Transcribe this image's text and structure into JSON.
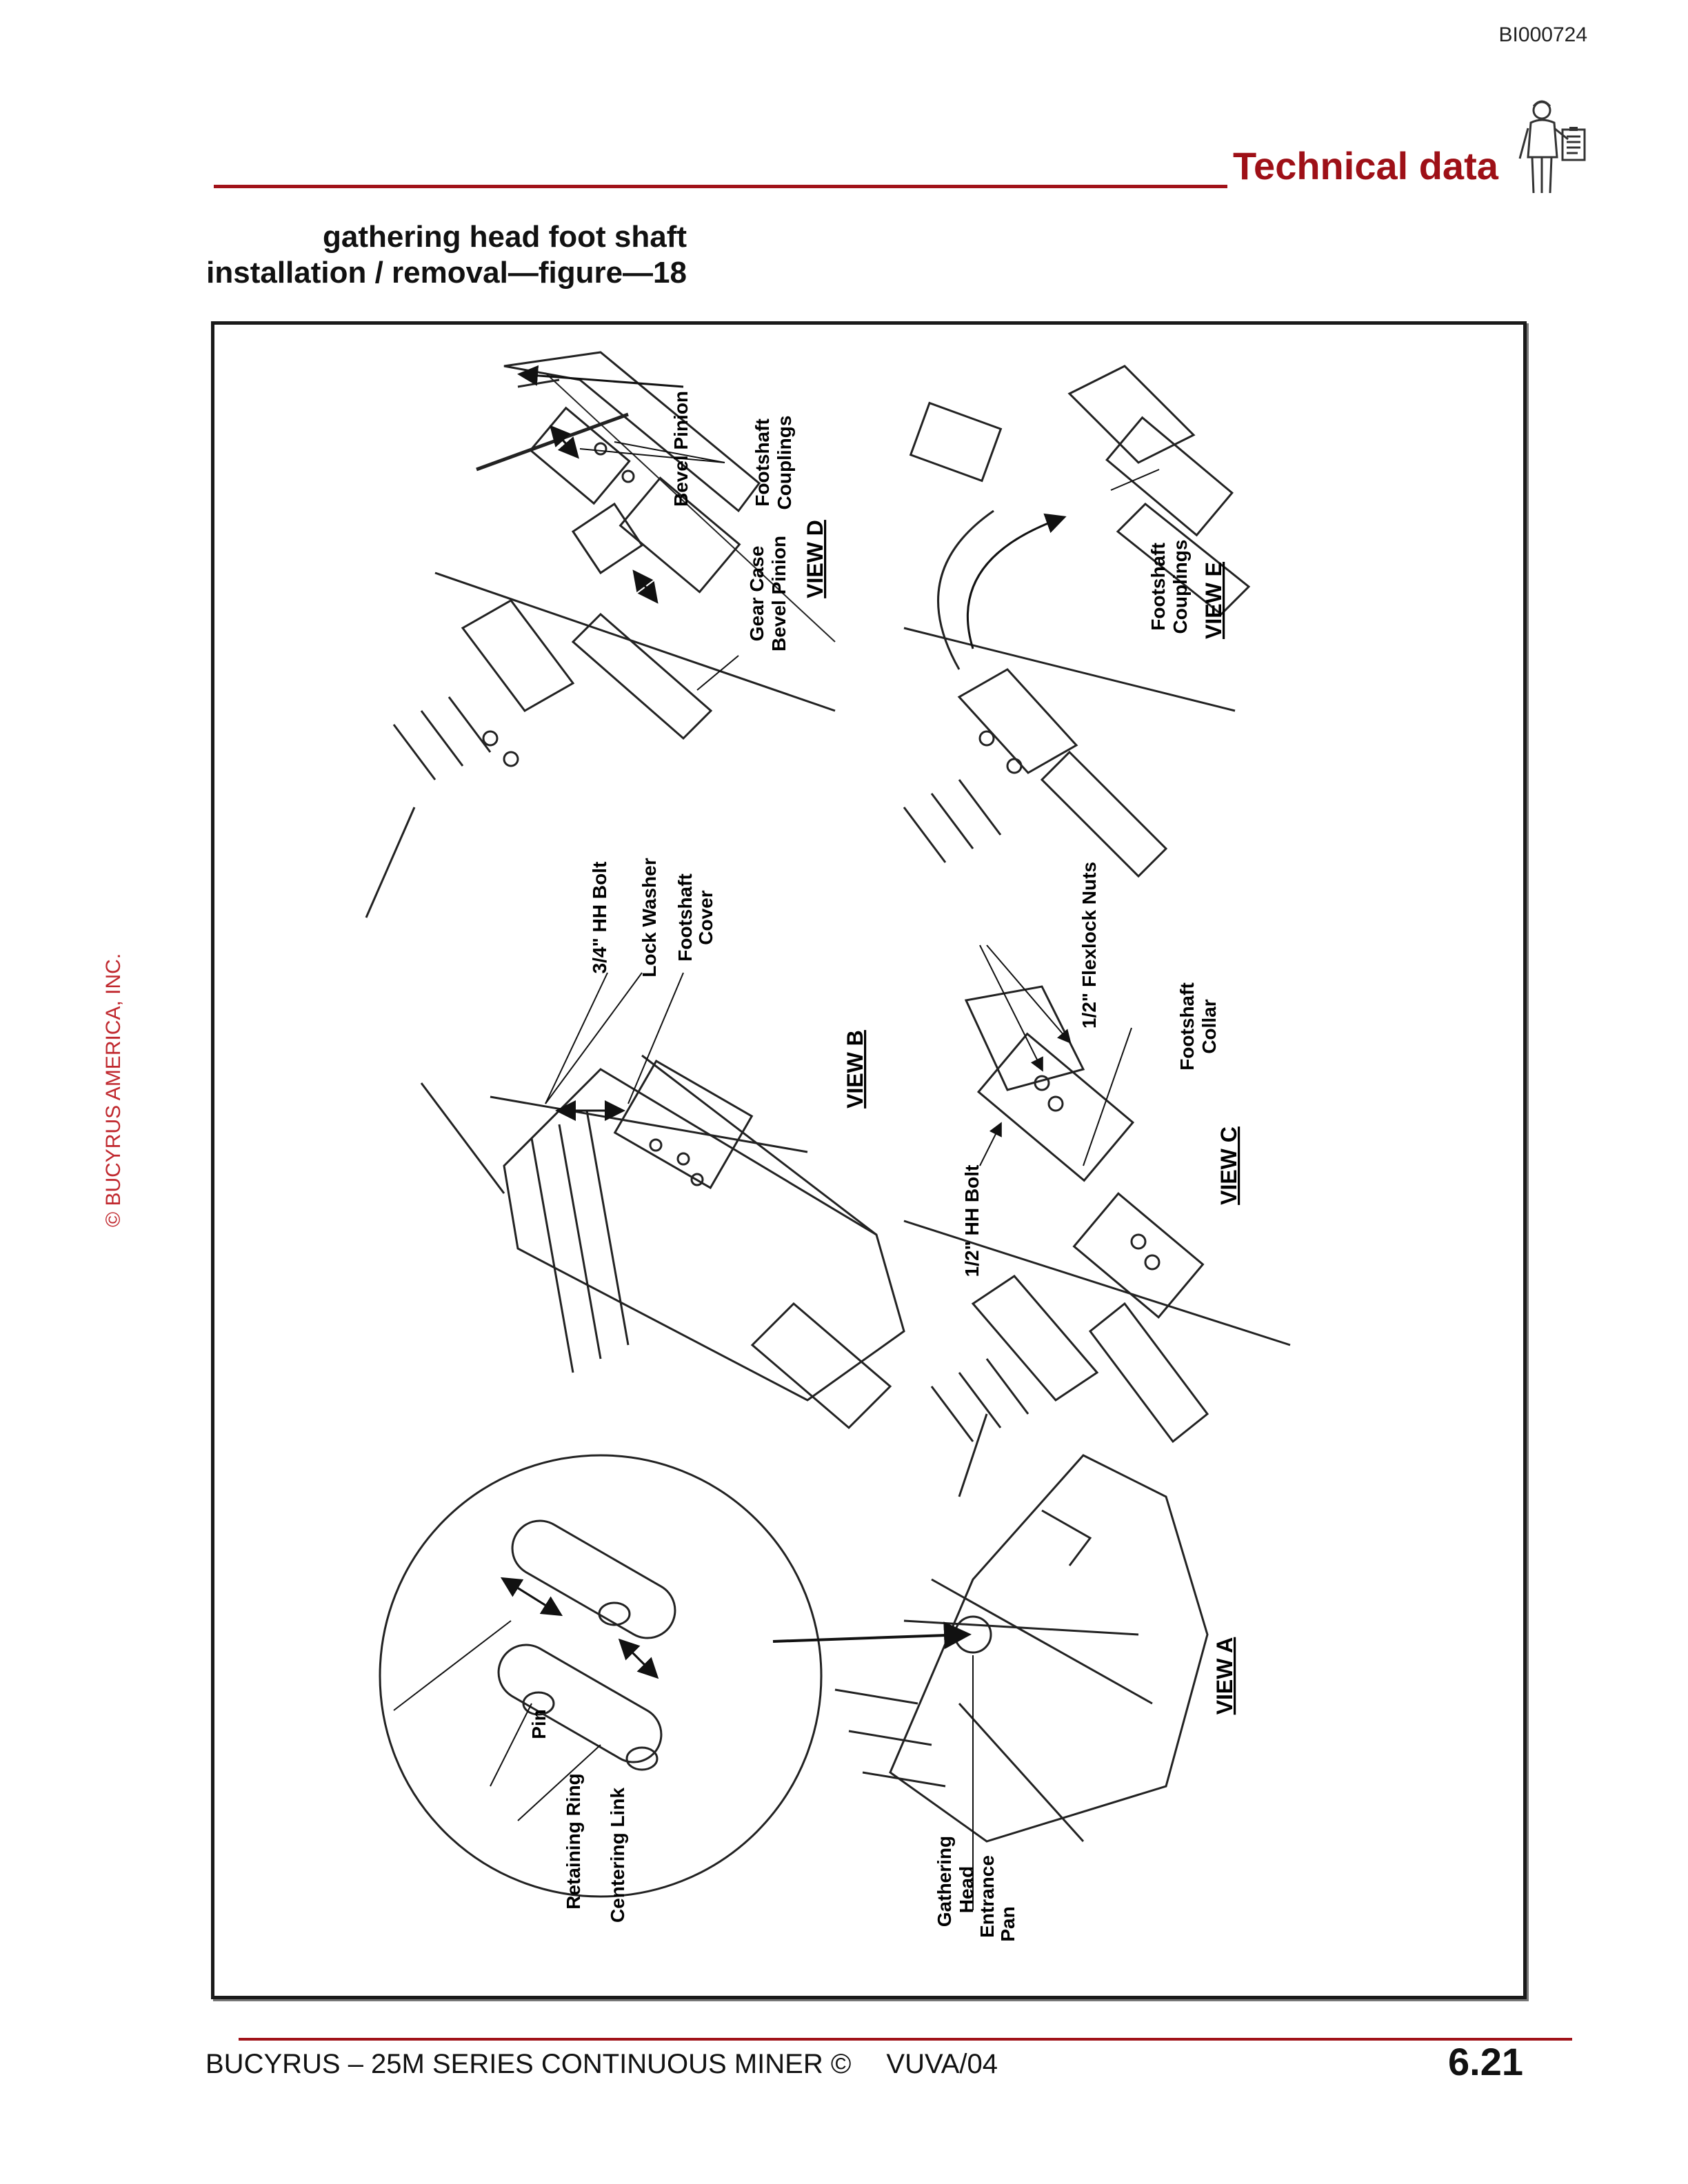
{
  "header": {
    "doc_id": "BI000724",
    "section_title": "Technical data"
  },
  "figure_title": {
    "line1": "gathering head foot shaft",
    "line2": "installation / removal—figure—18"
  },
  "copyright": "© BUCYRUS AMERICA, INC.",
  "figure": {
    "views": {
      "a": "VIEW A",
      "b": "VIEW B",
      "c": "VIEW C",
      "d": "VIEW D",
      "e": "VIEW E"
    },
    "labels": {
      "bevel_pinion": "Bevel Pinion",
      "footshaft_couplings_d_1": "Footshaft",
      "footshaft_couplings_d_2": "Couplings",
      "gear_case_1": "Gear Case",
      "gear_case_2": "Bevel Pinion",
      "footshaft_couplings_e_1": "Footshaft",
      "footshaft_couplings_e_2": "Couplings",
      "hh_bolt_34": "3/4\" HH Bolt",
      "lock_washer": "Lock Washer",
      "footshaft_cover_1": "Footshaft",
      "footshaft_cover_2": "Cover",
      "flexlock_nuts": "1/2\" Flexlock Nuts",
      "footshaft_collar_1": "Footshaft",
      "footshaft_collar_2": "Collar",
      "hh_bolt_12": "1/2\" HH Bolt",
      "pin": "Pin",
      "retaining_ring": "Retaining Ring",
      "centering_link": "Centering Link",
      "entrance_pan_1": "Gathering",
      "entrance_pan_2": "Head",
      "entrance_pan_3": "Entrance",
      "entrance_pan_4": "Pan"
    }
  },
  "footer": {
    "title": "BUCYRUS – 25M SERIES CONTINUOUS MINER ©",
    "code": "VUVA/04",
    "page": "6.21"
  },
  "colors": {
    "accent": "#9e1017",
    "rule": "#a11219",
    "copyright": "#c0282e"
  }
}
